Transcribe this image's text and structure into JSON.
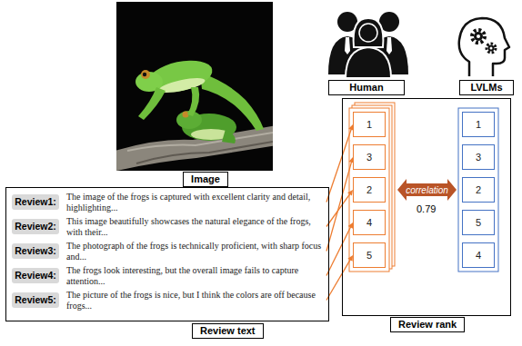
{
  "diagram": {
    "nodes": [
      {
        "text": [
          "Image"
        ]
      },
      {
        "text": [
          "Human"
        ]
      },
      {
        "text": [
          "LVLMs"
        ]
      },
      {
        "text": [
          "Review text"
        ]
      },
      {
        "text": [
          "Review1:",
          "The image of the frogs is captured with excellent clarity and detail, highlighting..."
        ],
        "in": 3
      },
      {
        "text": [
          "Review2:",
          "This image beautifully showcases the natural elegance of the frogs, with their..."
        ],
        "in": 3
      },
      {
        "text": [
          "Review3:",
          "The photograph of the frogs is technically proficient, with sharp focus and..."
        ],
        "in": 3
      },
      {
        "text": [
          "Review4:",
          "The frogs look interesting, but the overall image fails to capture attention..."
        ],
        "in": 3
      },
      {
        "text": [
          "Review5:",
          "The picture of the frogs is nice, but I think the colors are off because frogs..."
        ],
        "in": 3
      },
      {
        "text": [
          "Review rank"
        ]
      },
      {
        "text": [
          "1"
        ],
        "in": 9
      },
      {
        "text": [
          "3"
        ],
        "in": 9
      },
      {
        "text": [
          "2"
        ],
        "in": 9
      },
      {
        "text": [
          "4"
        ],
        "in": 9
      },
      {
        "text": [
          "5"
        ],
        "in": 9
      },
      {
        "text": [
          "correlation"
        ],
        "in": 9
      },
      {
        "text": [
          "1"
        ],
        "in": 9
      },
      {
        "text": [
          "3"
        ],
        "in": 9
      },
      {
        "text": [
          "2"
        ],
        "in": 9
      },
      {
        "text": [
          "5"
        ],
        "in": 9
      },
      {
        "text": [
          "4"
        ],
        "in": 9
      }
    ],
    "edges": [
      {
        "from": 4,
        "to": 10,
        "arrow": "to"
      },
      {
        "from": 5,
        "to": 12,
        "arrow": "to"
      },
      {
        "from": 6,
        "to": 11,
        "arrow": "to"
      },
      {
        "from": 7,
        "to": 13,
        "arrow": "to"
      },
      {
        "from": 8,
        "to": 14,
        "arrow": "to"
      }
    ],
    "labels": [
      "0.79"
    ]
  }
}
